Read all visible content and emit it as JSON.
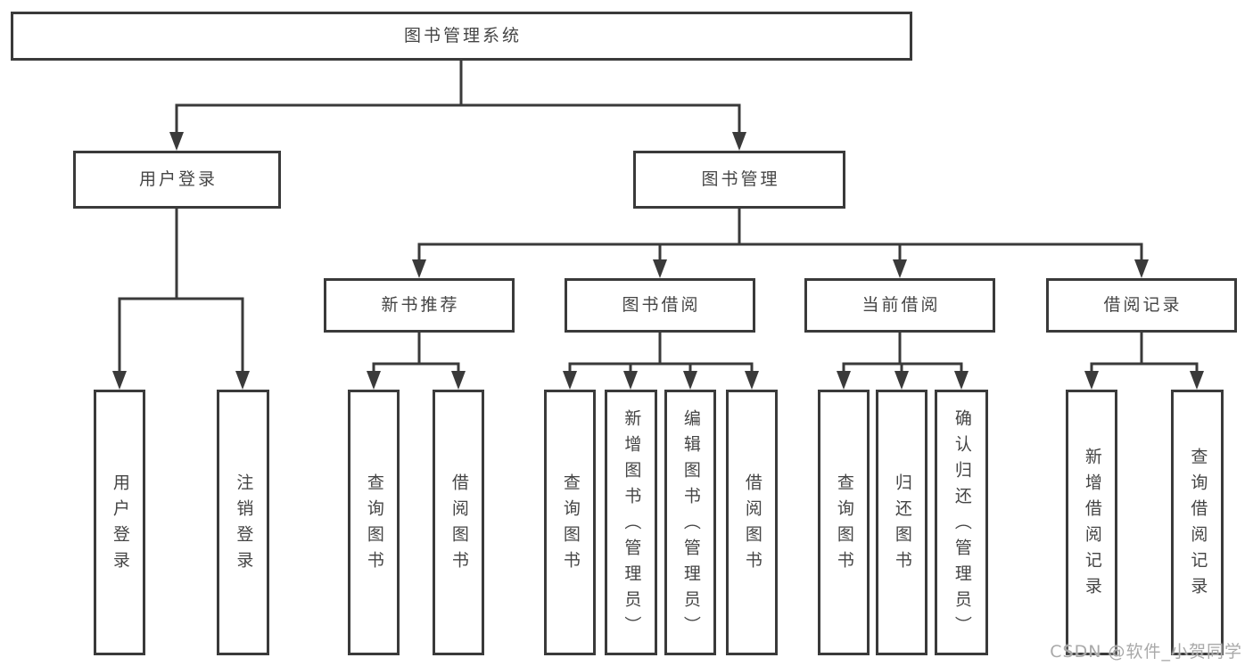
{
  "diagram": {
    "type": "hierarchy-tree",
    "line_color": "#3a3a3a",
    "box_border_color": "#3a3a3a",
    "box_fill_color": "#ffffff",
    "text_color": "#454545"
  },
  "tree": {
    "root": {
      "label": "图书管理系统",
      "children": [
        {
          "label": "用户登录",
          "children": [
            {
              "label": "用户登录"
            },
            {
              "label": "注销登录"
            }
          ]
        },
        {
          "label": "图书管理",
          "children": [
            {
              "label": "新书推荐",
              "children": [
                {
                  "label": "查询图书"
                },
                {
                  "label": "借阅图书"
                }
              ]
            },
            {
              "label": "图书借阅",
              "children": [
                {
                  "label": "查询图书"
                },
                {
                  "label": "新增图书（管理员）"
                },
                {
                  "label": "编辑图书（管理员）"
                },
                {
                  "label": "借阅图书"
                }
              ]
            },
            {
              "label": "当前借阅",
              "children": [
                {
                  "label": "查询图书"
                },
                {
                  "label": "归还图书"
                },
                {
                  "label": "确认归还（管理员）"
                }
              ]
            },
            {
              "label": "借阅记录",
              "children": [
                {
                  "label": "新增借阅记录"
                },
                {
                  "label": "查询借阅记录"
                }
              ]
            }
          ]
        }
      ]
    }
  },
  "watermark": {
    "text": "CSDN @软件_小贺同学",
    "color": "#a9a9a9"
  }
}
